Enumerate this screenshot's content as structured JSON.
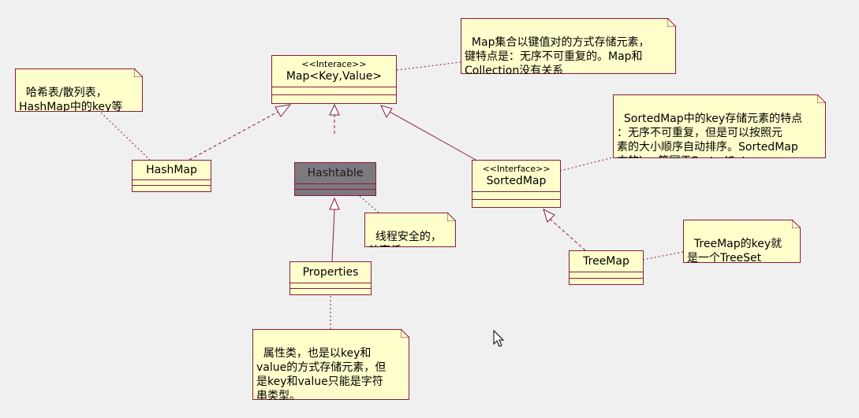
{
  "classes": {
    "map": {
      "stereotype": "<<Interace>>",
      "name": "Map<Key,Value>"
    },
    "hashmap": {
      "name": "HashMap"
    },
    "hashtable": {
      "name": "Hashtable"
    },
    "sortedmap": {
      "stereotype": "<<Interface>>",
      "name": "SortedMap"
    },
    "properties": {
      "name": "Properties"
    },
    "treemap": {
      "name": "TreeMap"
    }
  },
  "notes": {
    "map": "Map集合以键值对的方式存储元素，\n键特点是：无序不可重复的。Map和\nCollection没有关系",
    "hashmap": "哈希表/散列表，\nHashMap中的key等\n同于一个Set集合",
    "sortedmap": "SortedMap中的key存储元素的特点\n：无序不可重复，但是可以按照元\n素的大小顺序自动排序。SortedMap\n中的key等同于SortedSet",
    "hashtable": "线程安全的，\n效率低。",
    "treemap": "TreeMap的key就\n是一个TreeSet",
    "properties": "属性类，也是以key和\nvalue的方式存储元素，但\n是key和value只能是字符\n串类型。"
  },
  "colors": {
    "line": "#8b1a3e",
    "class_fill": "#ffffcc",
    "note_fill": "#ffffcc",
    "dark_class_fill": "#7d7981",
    "background": "#f0f0f0"
  }
}
